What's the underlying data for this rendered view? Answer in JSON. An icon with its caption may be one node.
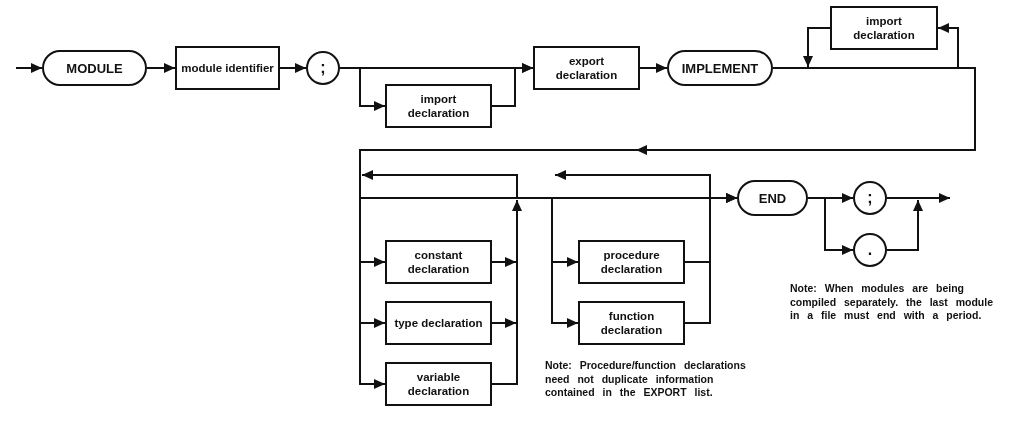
{
  "diagram": {
    "nodes": [
      {
        "text": [
          "MODULE"
        ]
      },
      {
        "text": [
          "module identifier"
        ]
      },
      {
        "text": [
          ";"
        ]
      },
      {
        "text": [
          "import declaration"
        ]
      },
      {
        "text": [
          "export declaration"
        ]
      },
      {
        "text": [
          "IMPLEMENT"
        ]
      },
      {
        "text": [
          "import declaration"
        ]
      },
      {
        "text": [
          "constant declaration"
        ]
      },
      {
        "text": [
          "type declaration"
        ]
      },
      {
        "text": [
          "variable declaration"
        ]
      },
      {
        "text": [
          "procedure declaration"
        ]
      },
      {
        "text": [
          "function declaration"
        ]
      },
      {
        "text": [
          "END"
        ]
      },
      {
        "text": [
          ";"
        ]
      },
      {
        "text": [
          "."
        ]
      }
    ],
    "edges": [
      {
        "from": null,
        "to": 0,
        "arrow": "to"
      },
      {
        "from": 0,
        "to": 1,
        "arrow": "to"
      },
      {
        "from": 1,
        "to": 2,
        "arrow": "to"
      },
      {
        "from": 2,
        "to": 3,
        "arrow": "to"
      },
      {
        "from": 3,
        "to": 4,
        "arrow": "to"
      },
      {
        "from": 2,
        "to": 4,
        "arrow": "to"
      },
      {
        "from": 4,
        "to": 5,
        "arrow": "to"
      },
      {
        "from": 5,
        "to": 6,
        "arrow": "to"
      },
      {
        "from": 6,
        "to": null,
        "arrow": "to"
      },
      {
        "from": 5,
        "to": 7,
        "arrow": "to"
      },
      {
        "from": 5,
        "to": 8,
        "arrow": "to"
      },
      {
        "from": 5,
        "to": 9,
        "arrow": "to"
      },
      {
        "from": 7,
        "to": null,
        "arrow": "to"
      },
      {
        "from": 8,
        "to": null,
        "arrow": "to"
      },
      {
        "from": 9,
        "to": null,
        "arrow": "to"
      },
      {
        "from": null,
        "to": 10,
        "arrow": "to"
      },
      {
        "from": null,
        "to": 11,
        "arrow": "to"
      },
      {
        "from": 10,
        "to": 12,
        "arrow": "to"
      },
      {
        "from": 11,
        "to": 12,
        "arrow": "to"
      },
      {
        "from": 5,
        "to": 12,
        "arrow": "to"
      },
      {
        "from": 12,
        "to": 13,
        "arrow": "to"
      },
      {
        "from": 12,
        "to": 14,
        "arrow": "to"
      },
      {
        "from": 13,
        "to": null,
        "arrow": "to"
      },
      {
        "from": 14,
        "to": null,
        "arrow": "to"
      }
    ],
    "labels": [
      "Note: Procedure/function declarations need not duplicate information contained in the EXPORT list.",
      "Note: When modules are being compiled separately. the last module in a file must end with a period."
    ]
  }
}
